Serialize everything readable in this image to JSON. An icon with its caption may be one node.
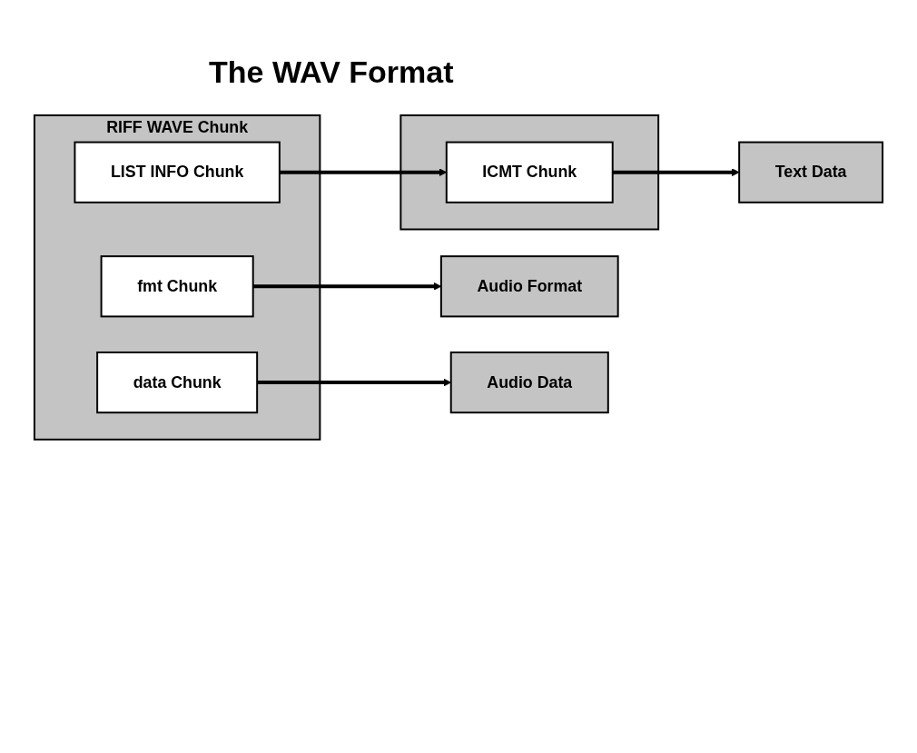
{
  "diagram": {
    "title": "The WAV Format",
    "nodes": [
      {
        "text": [
          "RIFF WAVE Chunk"
        ]
      },
      {
        "text": [
          "fmt Chunk"
        ],
        "in": 0
      },
      {
        "text": [
          "LIST INFO Chunk"
        ],
        "in": 0
      },
      {
        "text": [
          "data Chunk"
        ],
        "in": 0
      },
      {
        "text": [
          "Audio Format"
        ]
      },
      {
        "text": [],
        "shape": "box"
      },
      {
        "text": [
          "ICMT Chunk"
        ],
        "in": 5
      },
      {
        "text": [
          "Text Data"
        ]
      },
      {
        "text": [
          "Audio Data"
        ]
      }
    ],
    "edges": [
      {
        "from": 1,
        "to": 4,
        "arrow": "to"
      },
      {
        "from": 2,
        "to": 6,
        "arrow": "to"
      },
      {
        "from": 6,
        "to": 7,
        "arrow": "to"
      },
      {
        "from": 3,
        "to": 8,
        "arrow": "to"
      }
    ]
  }
}
